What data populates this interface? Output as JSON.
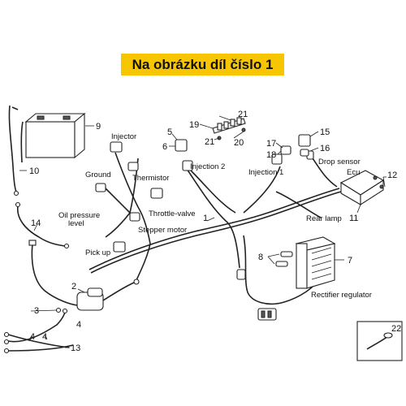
{
  "banner": {
    "text": "Na obrázku díl číslo 1"
  },
  "labels": {
    "injector": "Injector",
    "ground": "Ground",
    "thermistor": "Thermistor",
    "oil_pressure_line1": "Oil pressure",
    "oil_pressure_line2": "level",
    "throttle_valve": "Throttle-valve",
    "stepper_motor": "Stepper motor",
    "pick_up": "Pick up",
    "injection_2": "Injection 2",
    "injection_1": "Injection 1",
    "drop_sensor": "Drop sensor",
    "ecu": "Ecu",
    "rear_lamp": "Rear lamp",
    "rectifier_regulator": "Rectifier regulator"
  },
  "part_numbers": {
    "n1": "1",
    "n2": "2",
    "n3": "3",
    "n4a": "4",
    "n4b": "4",
    "n4c": "4",
    "n5": "5",
    "n6": "6",
    "n7": "7",
    "n8": "8",
    "n9": "9",
    "n10": "10",
    "n11": "11",
    "n12": "12",
    "n13": "13",
    "n14": "14",
    "n15": "15",
    "n16": "16",
    "n17": "17",
    "n18": "18",
    "n19": "19",
    "n20": "20",
    "n21a": "21",
    "n21b": "21",
    "n22": "22"
  },
  "colors": {
    "banner_bg": "#f7c600",
    "line": "#222222"
  }
}
